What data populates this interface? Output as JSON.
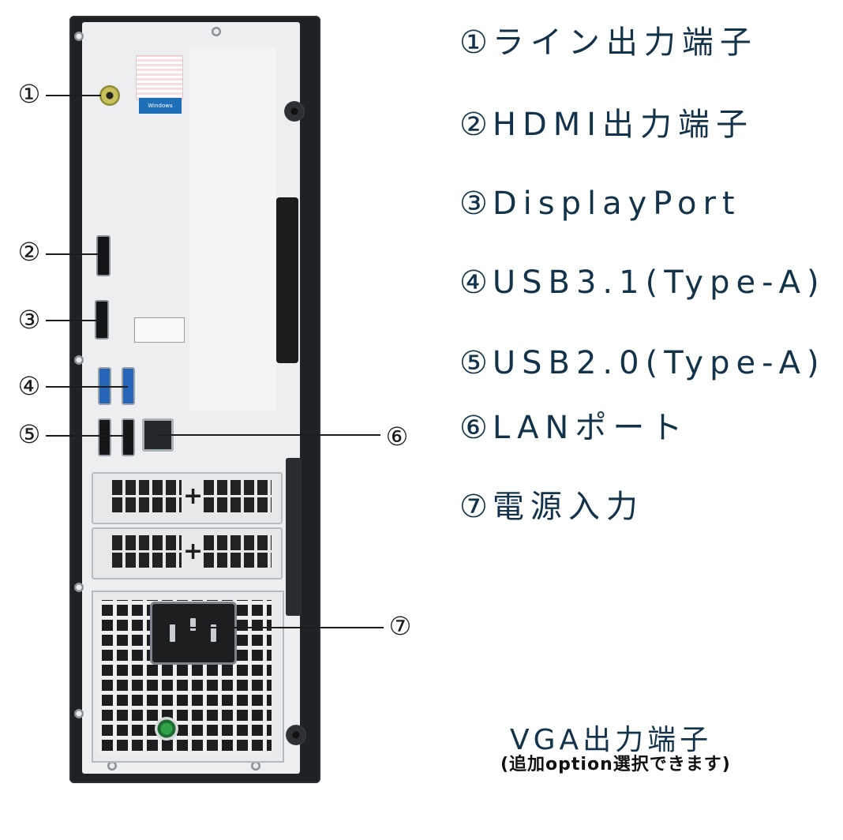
{
  "legend": {
    "items": [
      {
        "num": "①",
        "label": "ライン出力端子"
      },
      {
        "num": "②",
        "label": "HDMI出力端子"
      },
      {
        "num": "③",
        "label": "DisplayPort"
      },
      {
        "num": "④",
        "label": "USB3.1(Type-A)"
      },
      {
        "num": "⑤",
        "label": "USB2.0(Type-A)"
      },
      {
        "num": "⑥",
        "label": "LANポート"
      },
      {
        "num": "⑦",
        "label": "電源入力"
      }
    ]
  },
  "callouts": {
    "c1": "①",
    "c2": "②",
    "c3": "③",
    "c4": "④",
    "c5": "⑤",
    "c6": "⑥",
    "c7": "⑦"
  },
  "case": {
    "windows_badge": "Windows"
  },
  "note": {
    "title": "VGA出力端子",
    "subtitle": "(追加option選択できます)"
  },
  "colors": {
    "legend_text": "#12334a",
    "case_frame": "#1f2224",
    "usb3_port": "#2566b8",
    "power_led": "#2fa24a"
  }
}
